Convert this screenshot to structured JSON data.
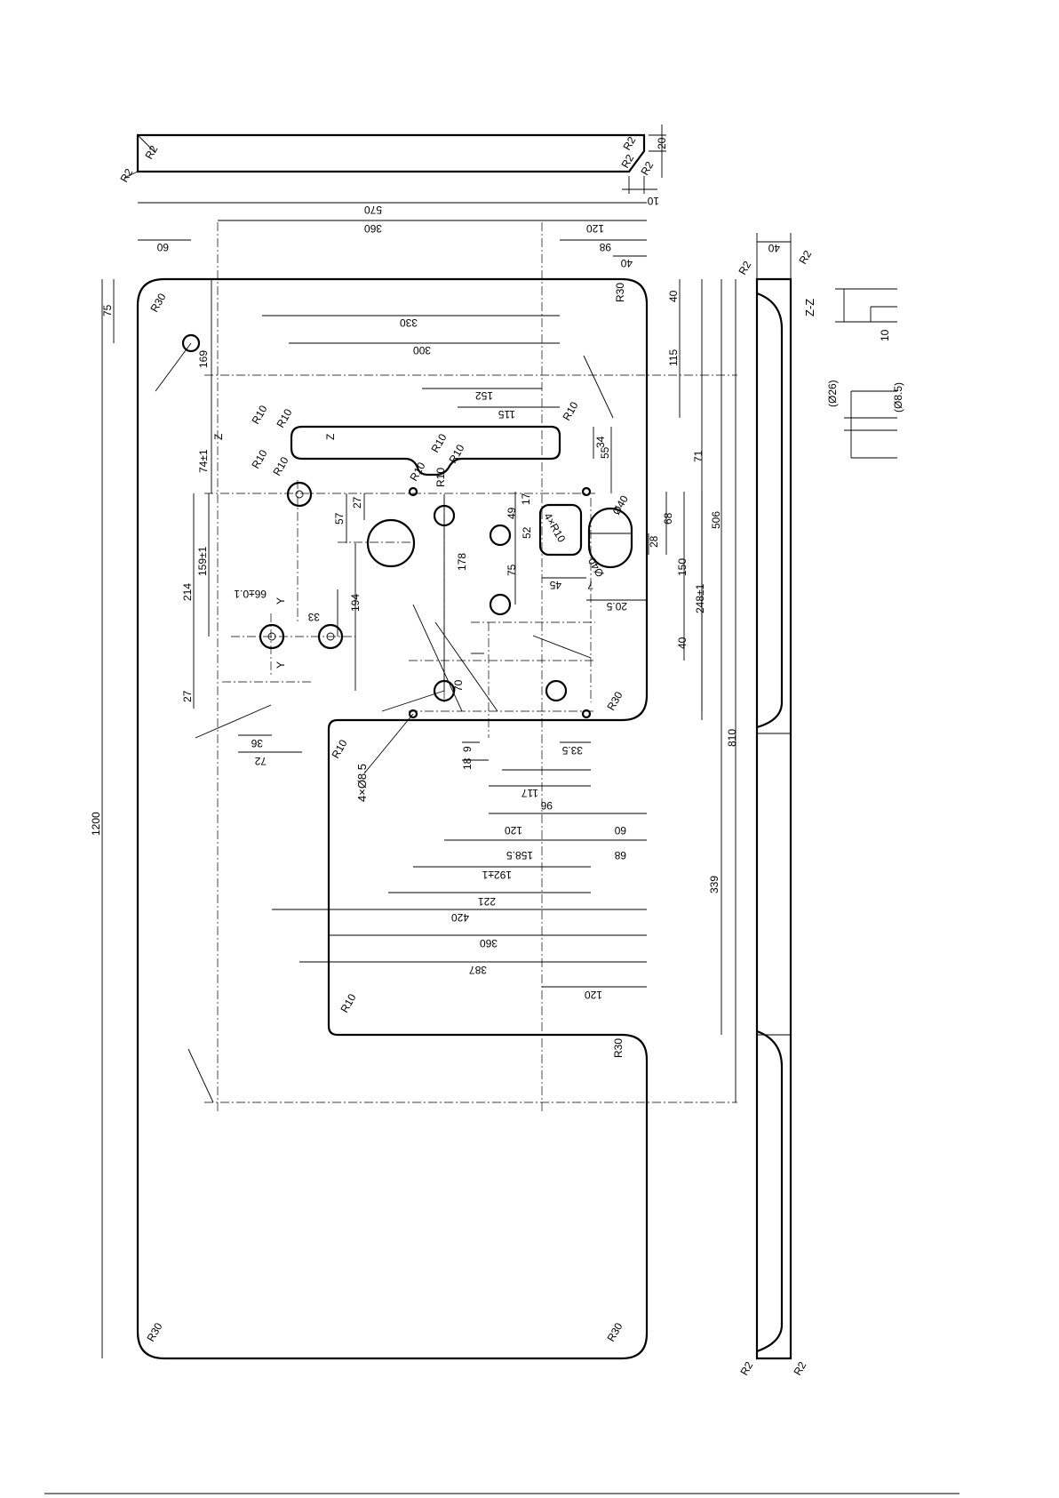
{
  "drawing": {
    "dims": {
      "top_width": "570",
      "span_360_top": "360",
      "span_120_top": "120",
      "span_98": "98",
      "span_40_top": "40",
      "span_60_top": "60",
      "span_330": "330",
      "span_300": "300",
      "span_152": "152",
      "span_115": "115",
      "right_40": "40",
      "right_115": "115",
      "right_34": "34",
      "right_55": "55",
      "right_71": "71",
      "right_506": "506",
      "right_68": "68",
      "right_28": "28",
      "right_150": "150",
      "right_248": "248±1",
      "right_40b": "40",
      "right_810": "810",
      "right_339": "339",
      "left_75": "75",
      "left_169": "169",
      "left_74": "74±1",
      "left_159": "159±1",
      "left_214": "214",
      "left_27b": "27",
      "left_1200": "1200",
      "mid_57": "57",
      "mid_27": "27",
      "mid_66": "66±0.1",
      "mid_33": "33",
      "mid_194": "194",
      "mid_178": "178",
      "mid_17": "17",
      "mid_49": "49",
      "mid_52": "52",
      "mid_75": "75",
      "mid_45": "45",
      "mid_7": "7",
      "mid_20_5": "20.5",
      "mid_70": "70",
      "mid_36": "36",
      "mid_72": "72",
      "mid_9": "9",
      "mid_18": "18",
      "mid_33_5": "33.5",
      "b_117": "117",
      "b_96": "96",
      "b_120": "120",
      "b_60": "60",
      "b_158": "158.5",
      "b_68": "68",
      "b_192": "192±1",
      "b_221": "221",
      "b_420": "420",
      "b_360": "360",
      "b_387": "387",
      "b_120b": "120",
      "side_40": "40",
      "strip_20": "20",
      "strip_10": "10"
    },
    "radii": {
      "r2_a": "R2",
      "r2_b": "R2",
      "r2_c": "R2",
      "r2_d": "R2",
      "r2_e": "R2",
      "r2_f": "R2",
      "r2_g": "R2",
      "r2_h": "R2",
      "r2_i": "R2",
      "r30_tl": "R30",
      "r30_tr": "R30",
      "r30_notch_a": "R30",
      "r30_notch_b": "R30",
      "r30_bl": "R30",
      "r30_br": "R30",
      "r10_a": "R10",
      "r10_b": "R10",
      "r10_c": "R10",
      "r10_d": "R10",
      "r10_e": "R10",
      "r10_f": "R10",
      "r10_g": "R10",
      "r10_h": "R10",
      "r10_i": "R10",
      "r10_notch_a": "R10",
      "r10_notch_b": "R10",
      "r40": "4×R10",
      "d40_a": "Ø40",
      "d40_b": "Ø40"
    },
    "labels": {
      "holes": "4×Ø8.5",
      "section_zz": "Z-Z",
      "z_mark_a": "Z",
      "z_mark_b": "Z",
      "y_mark_a": "Y",
      "y_mark_b": "Y",
      "d26": "(Ø26)",
      "d8_5": "(Ø8.5)",
      "zz_10": "10"
    }
  }
}
